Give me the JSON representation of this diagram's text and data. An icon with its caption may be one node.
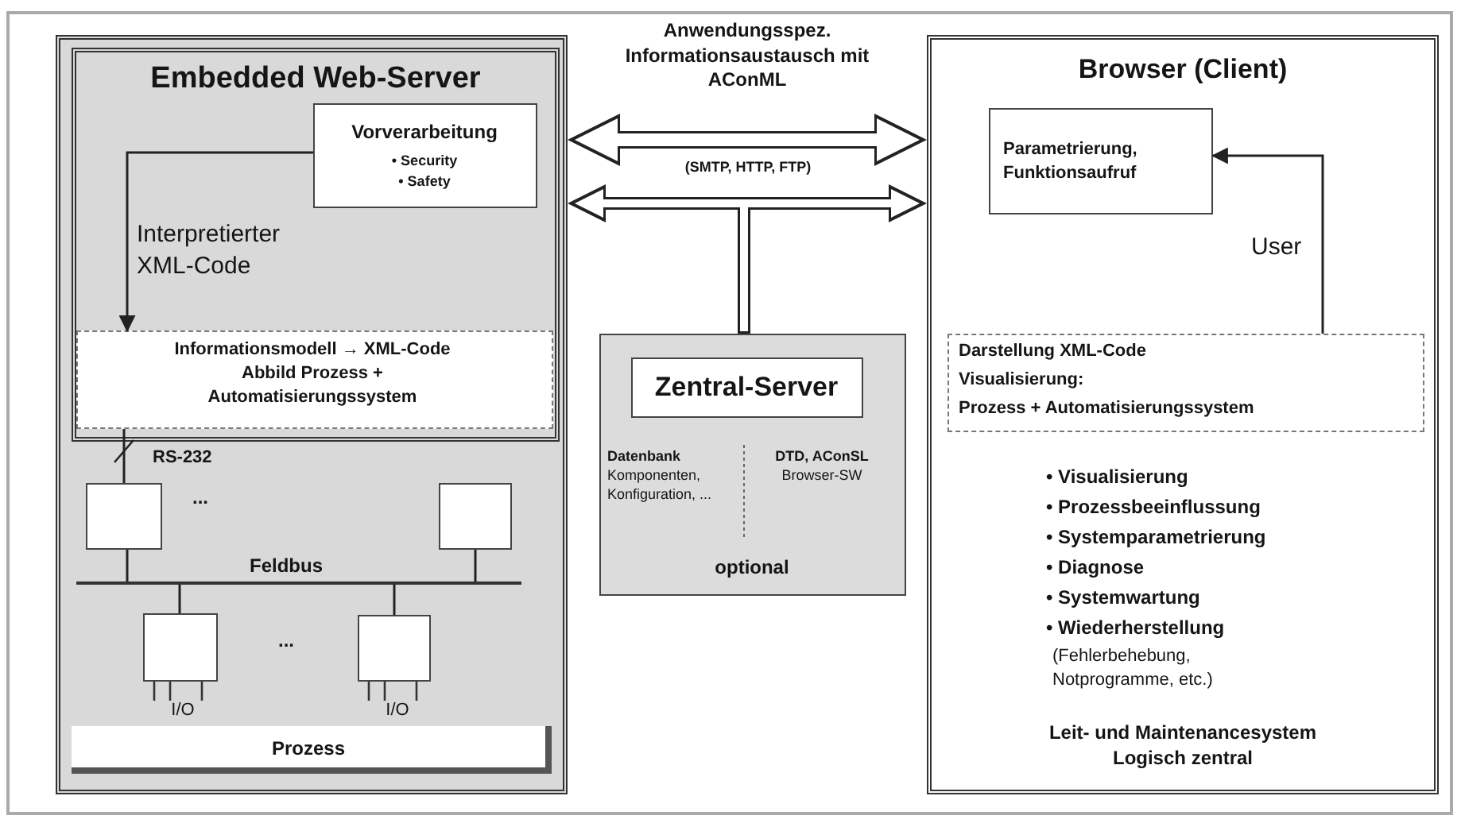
{
  "diagram": {
    "nodes": [
      {
        "text": [],
        "shape": "box"
      },
      {
        "text": [
          "Embedded Web-Server"
        ],
        "in": 0
      },
      {
        "text": [
          "Vorverarbeitung",
          "• Security",
          "• Safety"
        ],
        "in": 1
      },
      {
        "text": [
          "Informationsmodell → XML-Code Abbild Prozess + Automatisierungssystem"
        ],
        "in": 1
      },
      {
        "text": [],
        "shape": "box",
        "in": 0
      },
      {
        "text": [],
        "shape": "box",
        "in": 0
      },
      {
        "text": [],
        "shape": "box",
        "in": 0
      },
      {
        "text": [],
        "shape": "box",
        "in": 0
      },
      {
        "text": [],
        "shape": "bar",
        "in": 0
      },
      {
        "text": [
          "Prozess"
        ],
        "in": 0
      },
      {
        "text": [
          "Browser (Client)",
          "• Visualisierung",
          "• Prozessbeeinflussung",
          "• Systemparametrierung",
          "• Diagnose",
          "• Systemwartung",
          "• Wiederherstellung",
          "(Fehlerbehebung, Notprogramme, etc.)",
          "Leit- und Maintenancesystem Logisch zentral"
        ]
      },
      {
        "text": [
          "Parametrierung, Funktionsaufruf"
        ],
        "in": 10
      },
      {
        "text": [
          "Darstellung XML-Code",
          "Visualisierung:",
          "Prozess + Automatisierungssystem"
        ],
        "in": 10
      },
      {
        "text": [
          "**Datenbank** Komponenten, Konfiguration, ...",
          "**DTD, AConSL** Browser-SW",
          "optional"
        ]
      },
      {
        "text": [
          "Zentral-Server"
        ],
        "in": 13
      }
    ],
    "edges": [
      {
        "from": 2,
        "to": 3,
        "arrow": "to",
        "label": "Interpretierter XML-Code"
      },
      {
        "from": 3,
        "to": 4,
        "arrow": "none",
        "label": "RS-232"
      },
      {
        "from": 4,
        "to": 8,
        "arrow": "none"
      },
      {
        "from": 5,
        "to": 8,
        "arrow": "none"
      },
      {
        "from": 6,
        "to": 8,
        "arrow": "none"
      },
      {
        "from": 7,
        "to": 8,
        "arrow": "none"
      },
      {
        "from": 0,
        "to": 10,
        "arrow": "both",
        "style": "thick",
        "label": "Anwendungsspez. Informationsaustausch mit AConML"
      },
      {
        "from": 13,
        "to": 0,
        "arrow": "to",
        "style": "thick"
      },
      {
        "from": 13,
        "to": 10,
        "arrow": "to",
        "style": "thick"
      },
      {
        "from": 12,
        "to": 11,
        "arrow": "to",
        "label": "User"
      }
    ],
    "labels": [
      "(SMTP, HTTP, FTP)",
      "...",
      "Feldbus",
      "...",
      "I/O",
      "I/O"
    ]
  }
}
